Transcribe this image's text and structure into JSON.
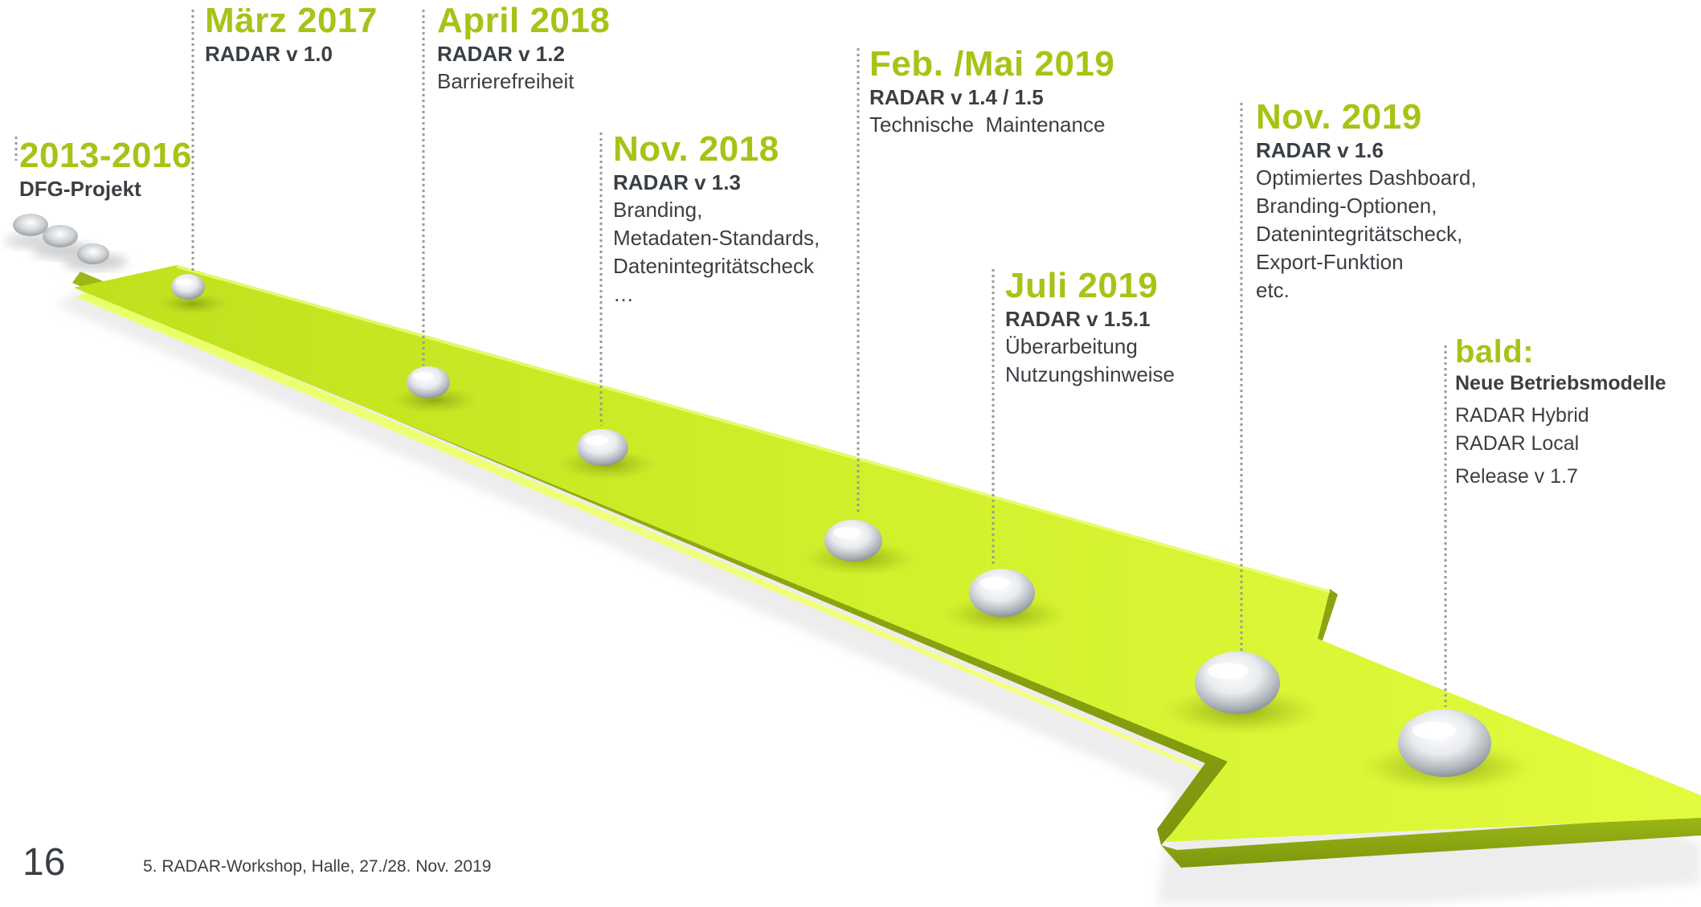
{
  "milestones": [
    {
      "date": "2013-2016",
      "version": "DFG-Projekt",
      "lines": []
    },
    {
      "date": "März 2017",
      "version": "RADAR v 1.0",
      "lines": []
    },
    {
      "date": "April 2018",
      "version": "RADAR v 1.2",
      "lines": [
        "Barrierefreiheit"
      ]
    },
    {
      "date": "Nov. 2018",
      "version": "RADAR v 1.3",
      "lines": [
        "Branding,",
        "Metadaten-Standards,",
        "Datenintegritätscheck",
        "…"
      ]
    },
    {
      "date": "Feb. /Mai 2019",
      "version": "RADAR v 1.4 / 1.5",
      "lines": [
        "Technische  Maintenance"
      ]
    },
    {
      "date": "Juli 2019",
      "version": "RADAR v 1.5.1",
      "lines": [
        "Überarbeitung",
        "Nutzungshinweise"
      ]
    },
    {
      "date": "Nov. 2019",
      "version": "RADAR v 1.6",
      "lines": [
        "Optimiertes Dashboard,",
        "Branding-Optionen,",
        "Datenintegritätscheck,",
        "Export-Funktion",
        "etc."
      ]
    },
    {
      "date": "bald:",
      "version": "Neue Betriebsmodelle",
      "lines": [
        "RADAR Hybrid",
        "RADAR Local",
        "Release v 1.7"
      ]
    }
  ],
  "footer": {
    "page_number": "16",
    "event": "5. RADAR-Workshop, Halle, 27./28. Nov. 2019"
  },
  "colors": {
    "accent": "#a6c316",
    "arrow_top": "#d4f031",
    "arrow_side": "#8fa814",
    "text": "#3a3f44",
    "connector": "#9a9a9a"
  }
}
